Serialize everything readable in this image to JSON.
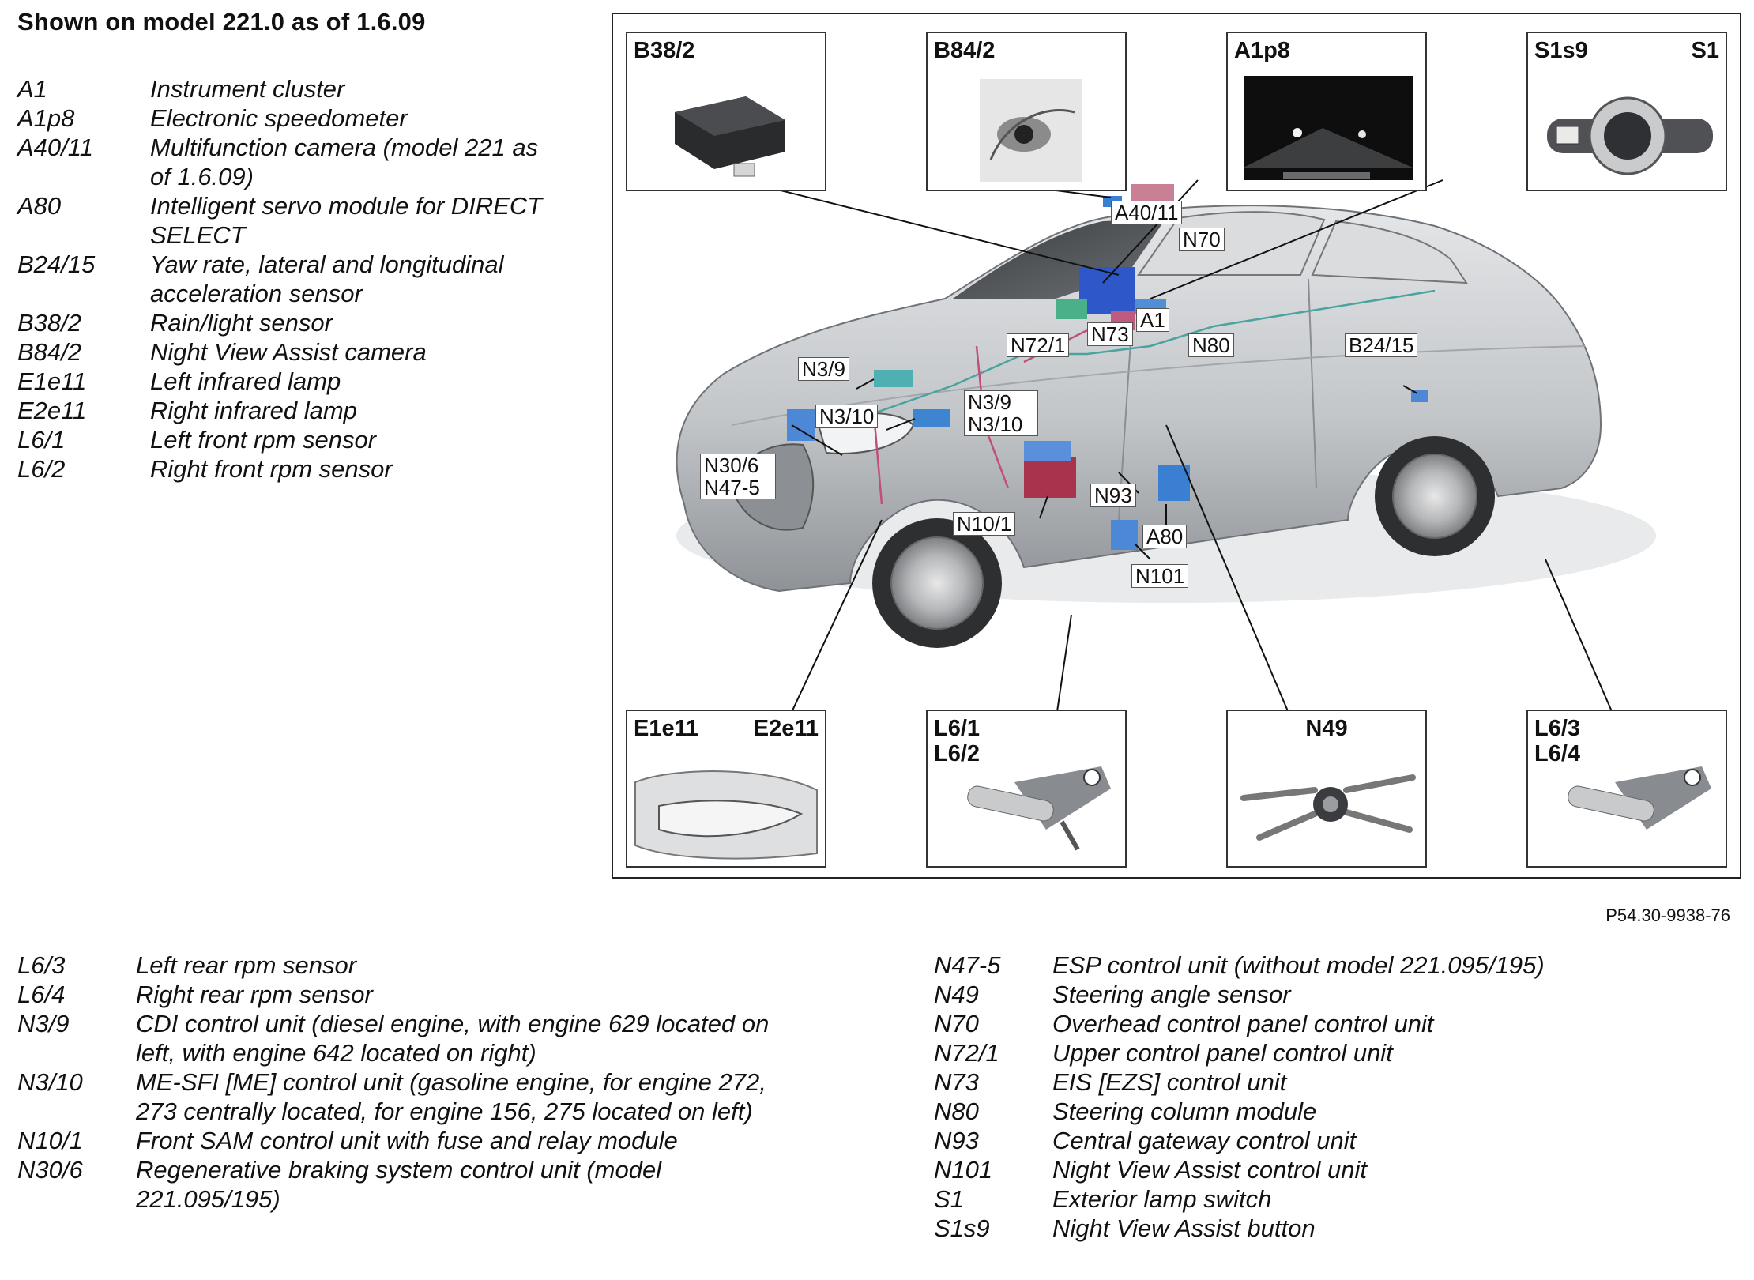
{
  "title": "Shown on model 221.0 as of 1.6.09",
  "legend_top": [
    {
      "code": "A1",
      "desc": "Instrument cluster"
    },
    {
      "code": "A1p8",
      "desc": "Electronic speedometer"
    },
    {
      "code": "A40/11",
      "desc": "Multifunction camera (model 221 as of 1.6.09)"
    },
    {
      "code": "A80",
      "desc": "Intelligent servo module for DIRECT SELECT"
    },
    {
      "code": "B24/15",
      "desc": "Yaw rate, lateral and longitudinal acceleration sensor"
    },
    {
      "code": "B38/2",
      "desc": "Rain/light sensor"
    },
    {
      "code": "B84/2",
      "desc": "Night View Assist camera"
    },
    {
      "code": "E1e11",
      "desc": "Left infrared lamp"
    },
    {
      "code": "E2e11",
      "desc": "Right infrared lamp"
    },
    {
      "code": "L6/1",
      "desc": "Left front rpm sensor"
    },
    {
      "code": "L6/2",
      "desc": "Right front rpm sensor"
    }
  ],
  "legend_bottom_left": [
    {
      "code": "L6/3",
      "desc": "Left rear rpm sensor"
    },
    {
      "code": "L6/4",
      "desc": "Right rear rpm sensor"
    },
    {
      "code": "N3/9",
      "desc": "CDI control unit (diesel engine, with engine 629 located on left, with engine 642 located on right)"
    },
    {
      "code": "N3/10",
      "desc": "ME-SFI [ME] control unit (gasoline engine, for engine 272, 273 centrally located, for engine 156, 275 located on left)"
    },
    {
      "code": "N10/1",
      "desc": "Front SAM control unit with fuse and relay module"
    },
    {
      "code": "N30/6",
      "desc": "Regenerative braking system control unit (model 221.095/195)"
    }
  ],
  "legend_bottom_right": [
    {
      "code": "N47-5",
      "desc": "ESP control unit (without model 221.095/195)"
    },
    {
      "code": "N49",
      "desc": "Steering angle sensor"
    },
    {
      "code": "N70",
      "desc": "Overhead control panel control unit"
    },
    {
      "code": "N72/1",
      "desc": "Upper control panel control unit"
    },
    {
      "code": "N73",
      "desc": "EIS [EZS] control unit"
    },
    {
      "code": "N80",
      "desc": "Steering column module"
    },
    {
      "code": "N93",
      "desc": "Central gateway control unit"
    },
    {
      "code": "N101",
      "desc": "Night View Assist control unit"
    },
    {
      "code": "S1",
      "desc": "Exterior lamp switch"
    },
    {
      "code": "S1s9",
      "desc": "Night View Assist button"
    }
  ],
  "figure_ref": "P54.30-9938-76",
  "boxes": {
    "b38_2": "B38/2",
    "b84_2": "B84/2",
    "a1p8": "A1p8",
    "s1s9": "S1s9",
    "s1": "S1",
    "e1e11": "E1e11",
    "e2e11": "E2e11",
    "l6_1": "L6/1",
    "l6_2": "L6/2",
    "n49": "N49",
    "l6_3": "L6/3",
    "l6_4": "L6/4"
  },
  "callouts": {
    "a40_11": "A40/11",
    "n70": "N70",
    "n72_1": "N72/1",
    "n73": "N73",
    "a1": "A1",
    "n80": "N80",
    "b24_15": "B24/15",
    "n3_9_left": "N3/9",
    "n3_10_left": "N3/10",
    "n3_9_mid": "N3/9",
    "n3_10_mid": "N3/10",
    "n30_6": "N30/6",
    "n47_5": "N47-5",
    "n93": "N93",
    "n10_1": "N10/1",
    "a80": "A80",
    "n101": "N101"
  }
}
